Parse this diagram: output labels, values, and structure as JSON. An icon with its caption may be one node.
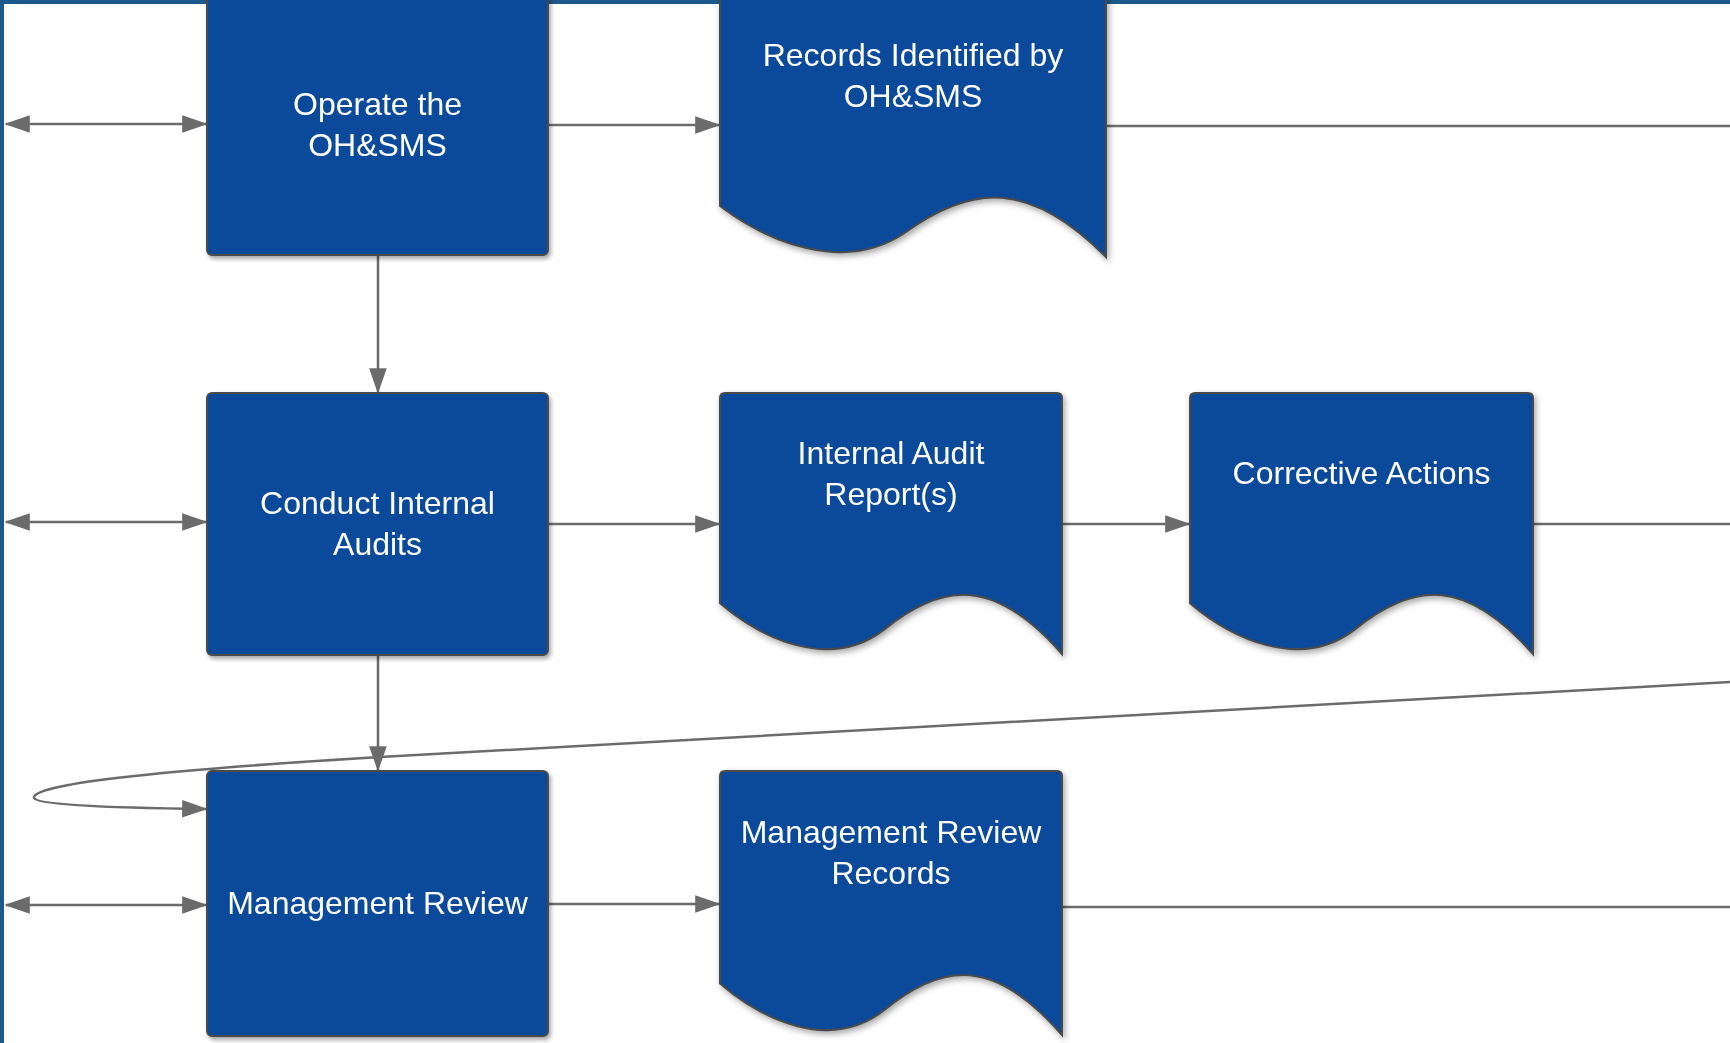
{
  "diagram": {
    "nodes": [
      {
        "text": [
          "Operate the OH&SMS"
        ]
      },
      {
        "text": [
          "Records Identified by OH&SMS"
        ]
      },
      {
        "text": [
          "Conduct Internal Audits"
        ]
      },
      {
        "text": [
          "Internal Audit Report(s)"
        ]
      },
      {
        "text": [
          "Corrective Actions"
        ]
      },
      {
        "text": [
          "Management Review"
        ]
      },
      {
        "text": [
          "Management Review Records"
        ]
      }
    ],
    "edges": [
      {
        "from": null,
        "to": 0,
        "arrow": "both"
      },
      {
        "from": 0,
        "to": 1,
        "arrow": "to"
      },
      {
        "from": 1,
        "to": null,
        "arrow": "none"
      },
      {
        "from": 0,
        "to": 2,
        "arrow": "to"
      },
      {
        "from": null,
        "to": 2,
        "arrow": "both"
      },
      {
        "from": 2,
        "to": 3,
        "arrow": "to"
      },
      {
        "from": 3,
        "to": 4,
        "arrow": "to"
      },
      {
        "from": 4,
        "to": null,
        "arrow": "none"
      },
      {
        "from": 2,
        "to": 5,
        "arrow": "to"
      },
      {
        "from": null,
        "to": 5,
        "arrow": "to"
      },
      {
        "from": null,
        "to": 5,
        "arrow": "both"
      },
      {
        "from": 5,
        "to": 6,
        "arrow": "to"
      },
      {
        "from": 6,
        "to": null,
        "arrow": "none"
      }
    ]
  }
}
